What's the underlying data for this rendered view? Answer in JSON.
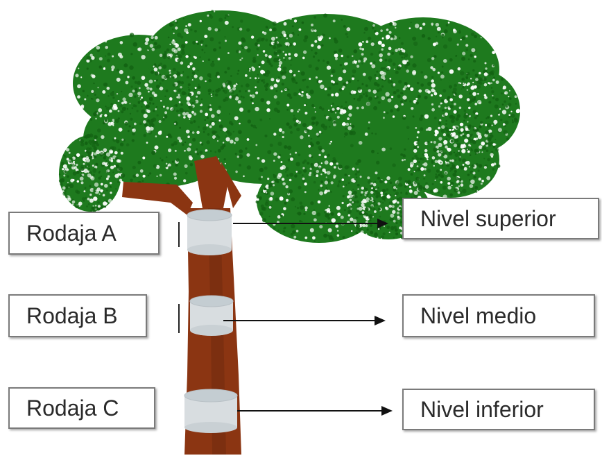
{
  "slices": [
    {
      "label": "Rodaja A"
    },
    {
      "label": "Rodaja B"
    },
    {
      "label": "Rodaja C"
    }
  ],
  "levels": [
    {
      "label": "Nivel superior"
    },
    {
      "label": "Nivel medio"
    },
    {
      "label": "Nivel inferior"
    }
  ],
  "colors": {
    "foliage": "#1e7a1e",
    "foliage_dark": "#136313",
    "trunk": "#8b3512",
    "trunk_dark": "#5e2409",
    "slice": "#d8dde0",
    "slice_top": "#c4cdd2",
    "arrow": "#111111",
    "box_border": "#7a7a7a"
  },
  "icons": {
    "tree": "tree-illustration",
    "arrow": "arrow-right-icon",
    "slice": "trunk-slice-cylinder"
  }
}
